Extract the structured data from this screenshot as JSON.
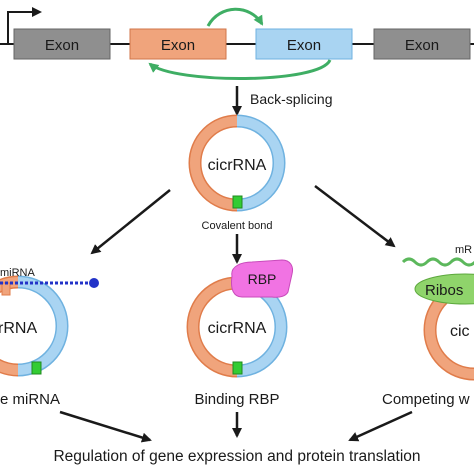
{
  "exons": [
    {
      "label": "Exon",
      "color": "#8f8f8f"
    },
    {
      "label": "Exon",
      "color": "#f0a47c"
    },
    {
      "label": "Exon",
      "color": "#a9d4f2"
    },
    {
      "label": "Exon",
      "color": "#8f8f8f"
    }
  ],
  "step_label": "Back-splicing",
  "center_ring": {
    "label": "cicrRNA",
    "bond_label": "Covalent bond"
  },
  "left_panel": {
    "mirna_label": "miRNA",
    "ring_label": "rRNA",
    "caption": "e miRNA"
  },
  "mid_panel": {
    "rbp_label": "RBP",
    "ring_label": "cicrRNA",
    "caption": "Binding RBP"
  },
  "right_panel": {
    "mrna_label": "mR",
    "ribosome_label": "Ribos",
    "ring_label": "cic",
    "caption": "Competing w"
  },
  "bottom_text": "Regulation of gene expression and protein translation",
  "colors": {
    "orange": "#f0a47c",
    "orange_stroke": "#e07c4a",
    "blue": "#a9d4f2",
    "blue_stroke": "#6fb2e0",
    "bond_green": "#33cc33",
    "arrow_green": "#3fae64",
    "mirna_blue": "#2232c8",
    "rbp_pink": "#f173e3",
    "ribosome_green": "#8fd46b",
    "mrna_green": "#5cb85c"
  }
}
